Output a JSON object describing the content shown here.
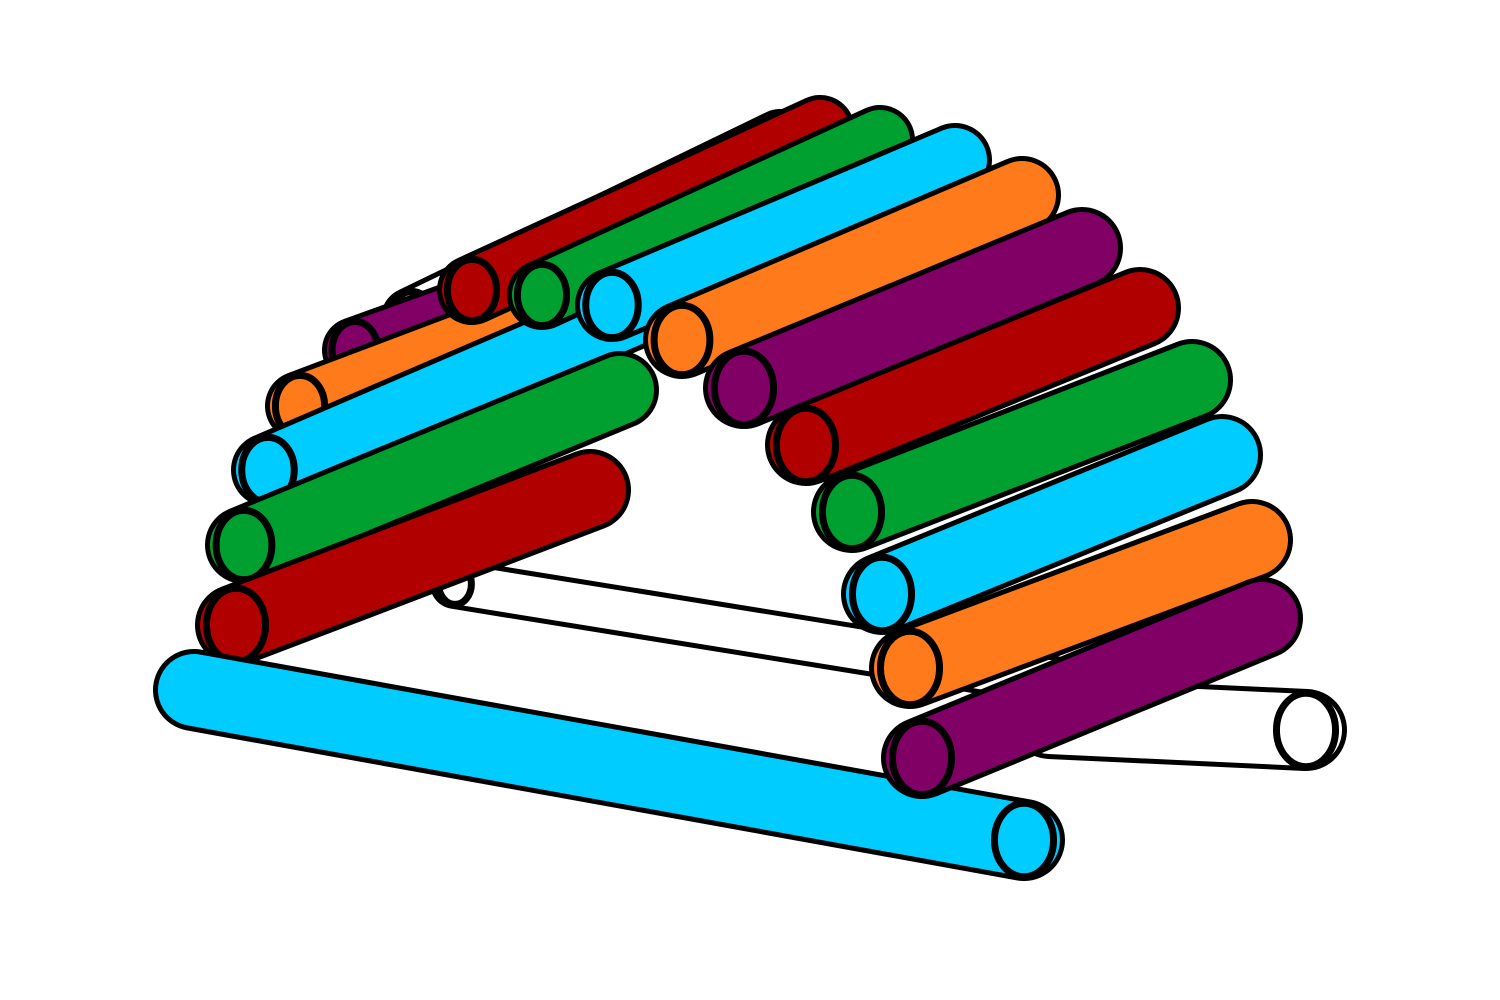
{
  "illustration": {
    "subject": "rainbow-log-arch",
    "outline_color": "#000000",
    "background_color": "#ffffff",
    "palette": {
      "blue": "#00ccff",
      "orange": "#ff7a1a",
      "purple": "#800066",
      "red": "#b00000",
      "green": "#00a030",
      "white": "#ffffff"
    },
    "base_logs": {
      "front": "blue",
      "back": "white",
      "rear_right": "white"
    },
    "left_slope_logs": [
      "red",
      "green",
      "blue",
      "orange",
      "purple",
      "white"
    ],
    "top_logs": [
      "red",
      "green",
      "blue"
    ],
    "right_slope_logs": [
      "orange",
      "purple",
      "red",
      "green",
      "blue",
      "orange",
      "purple"
    ]
  }
}
